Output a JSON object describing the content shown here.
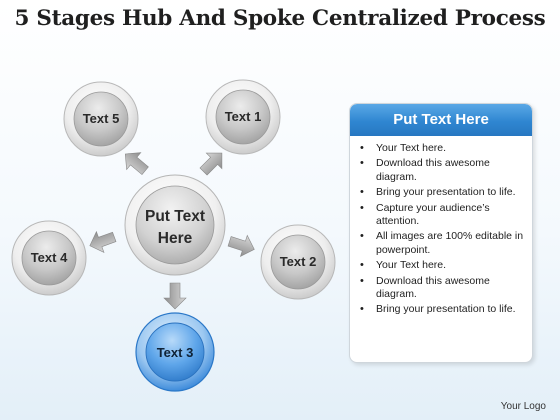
{
  "title": "5 Stages Hub And Spoke Centralized Process",
  "hub": {
    "label_line1": "Put Text",
    "label_line2": "Here"
  },
  "nodes": [
    {
      "label": "Text 1",
      "highlighted": false
    },
    {
      "label": "Text 2",
      "highlighted": false
    },
    {
      "label": "Text 3",
      "highlighted": true
    },
    {
      "label": "Text 4",
      "highlighted": false
    },
    {
      "label": "Text 5",
      "highlighted": false
    }
  ],
  "panel": {
    "header": "Put Text Here",
    "items": [
      "Your Text here.",
      "Download this awesome diagram.",
      "Bring your presentation to life.",
      "Capture your audience’s attention.",
      "All images are 100% editable in powerpoint.",
      "Your Text here.",
      "Download this awesome diagram.",
      "Bring your presentation to life."
    ]
  },
  "footer": {
    "logo_text": "Your Logo"
  },
  "colors": {
    "accent_blue": "#2f86d1",
    "node_gray": "#b9b9b9",
    "highlight_blue": "#3d8fe0"
  }
}
